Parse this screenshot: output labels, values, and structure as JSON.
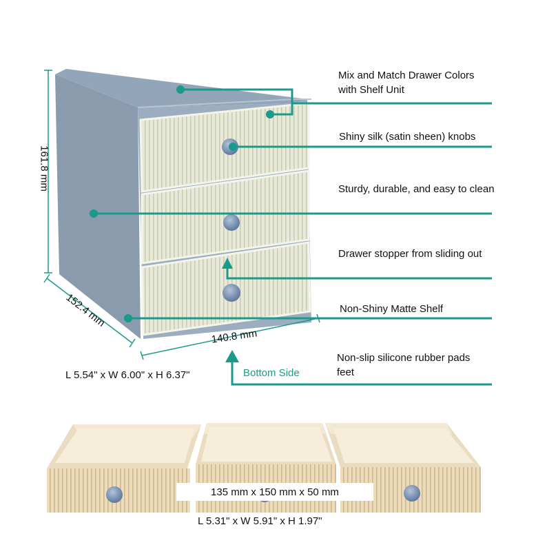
{
  "features": [
    "Mix and Match Drawer Colors with Shelf Unit",
    "Shiny silk (satin sheen) knobs",
    "Sturdy, durable, and easy to clean",
    "Drawer stopper from sliding out",
    "Non-Shiny Matte Shelf",
    "Non-slip silicone rubber pads feet"
  ],
  "dimensions": {
    "height_mm": "161.8 mm",
    "depth_mm": "152.4 mm",
    "width_mm": "140.8 mm",
    "shelf_inches": "L 5.54\" x W 6.00\" x H 6.37\"",
    "bottom_side": "Bottom Side",
    "drawer_mm": "135 mm x 150 mm x 50 mm",
    "drawer_inches": "L 5.31\" x W 5.91\" x H 1.97\""
  },
  "colors": {
    "teal_accent": "#1a9a8a",
    "shelf_gray_blue": "#8e9fb2",
    "drawer_cream": "#e6e8d6",
    "drawer_tan": "#ead9b8",
    "knob_blue": "#7d96b8"
  }
}
